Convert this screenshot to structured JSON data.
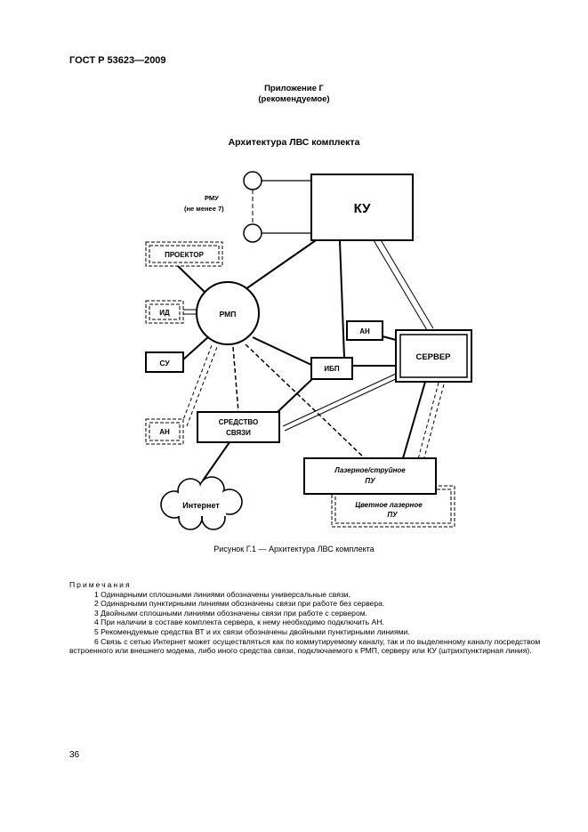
{
  "header": {
    "standard": "ГОСТ Р 53623—2009",
    "appendix": "Приложение Г",
    "appendix_type": "(рекомендуемое)",
    "figure_title": "Архитектура ЛВС комплекта"
  },
  "diagram": {
    "rmu_label": "РМУ",
    "rmu_note": "(не менее 7)",
    "ku": "КУ",
    "projector": "ПРОЕКТОР",
    "id": "ИД",
    "su": "СУ",
    "an_left": "АН",
    "rmp": "РМП",
    "an_right": "АН",
    "server": "СЕРВЕР",
    "ibp": "ИБП",
    "comm_line1": "СРЕДСТВО",
    "comm_line2": "СВЯЗИ",
    "laser_line1": "Лазерное/струйное",
    "laser_line2": "ПУ",
    "color_line1": "Цветное лазерное",
    "color_line2": "ПУ",
    "internet": "Интернет"
  },
  "caption": "Рисунок Г.1 — Архитектура ЛВС комплекта",
  "notes": {
    "heading": "Примечания",
    "items": [
      "1 Одинарными сплошными линиями обозначены универсальные связи.",
      "2 Одинарными пунктирными линиями обозначены связи при работе без сервера.",
      "3 Двойными сплошными линиями обозначены связи при работе с сервером.",
      "4 При наличии в составе комплекта сервера, к нему необходимо подключить АН.",
      "5 Рекомендуемые средства ВТ и их связи обозначены двойными пунктирными линиями.",
      "6 Связь с сетью Интернет может осуществляться как по коммутируемому каналу, так и по выделенному каналу посредством встроенного или внешнего модема, либо иного средства связи, подключаемого к РМП, серверу или КУ (штрихпунктирная линия)."
    ]
  },
  "page_number": "36"
}
